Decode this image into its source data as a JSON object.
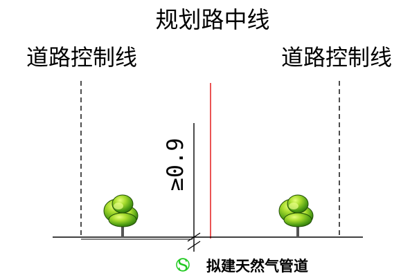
{
  "labels": {
    "road_centerline": "规划路中线",
    "road_control_line_left": "道路控制线",
    "road_control_line_right": "道路控制线",
    "dimension": "≥0.9",
    "pipe_symbol": "S",
    "pipe_name": "拟建天然气管道"
  },
  "colors": {
    "centerline": "#e31b1b",
    "pipe_symbol": "#22c922",
    "tree_light": "#c9f04a",
    "tree_mid": "#5fb51a",
    "tree_dark": "#2d7a0c",
    "ink": "#000000"
  },
  "icons": {
    "tree_left": "tree-icon",
    "tree_right": "tree-icon"
  }
}
